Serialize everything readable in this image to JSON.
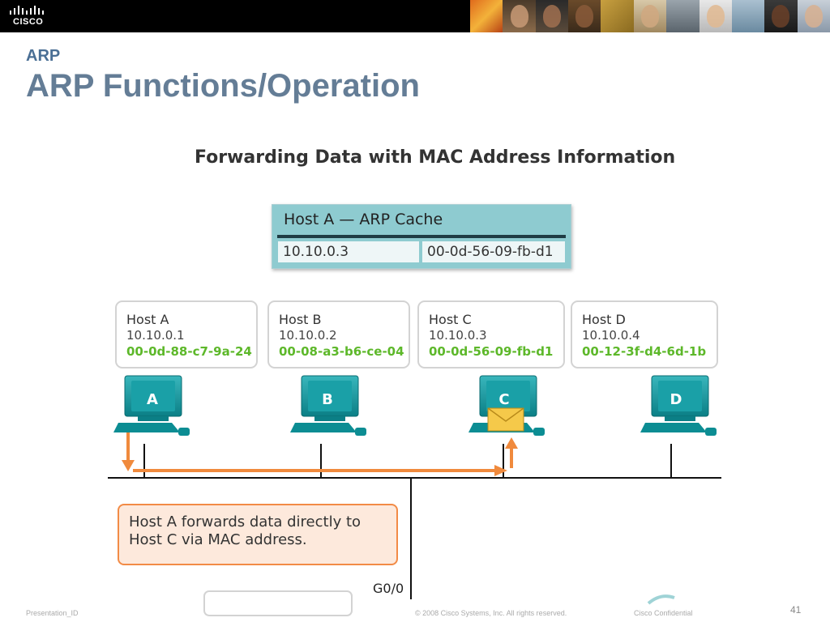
{
  "brand": {
    "logo_text": "CISCO"
  },
  "slide": {
    "section": "ARP",
    "title": "ARP Functions/Operation"
  },
  "diagram": {
    "title": "Forwarding Data with MAC Address Information",
    "cache": {
      "title": "Host A — ARP Cache",
      "ip": "10.10.0.3",
      "mac": "00-0d-56-09-fb-d1"
    },
    "hosts": [
      {
        "name": "Host A",
        "ip": "10.10.0.1",
        "mac": "00-0d-88-c7-9a-24",
        "letter": "A"
      },
      {
        "name": "Host B",
        "ip": "10.10.0.2",
        "mac": "00-08-a3-b6-ce-04",
        "letter": "B"
      },
      {
        "name": "Host C",
        "ip": "10.10.0.3",
        "mac": "00-0d-56-09-fb-d1",
        "letter": "C"
      },
      {
        "name": "Host D",
        "ip": "10.10.0.4",
        "mac": "00-12-3f-d4-6d-1b",
        "letter": "D"
      }
    ],
    "description": "Host A forwards data directly to Host C via MAC address.",
    "interface": "G0/0",
    "colors": {
      "computer": "#0c8d93",
      "mac_text": "#5db82a",
      "arrow": "#f08a3d",
      "cache_bg": "#8ecbd0"
    }
  },
  "footer": {
    "presentation_id": "Presentation_ID",
    "copyright": "© 2008 Cisco Systems, Inc. All rights reserved.",
    "confidential": "Cisco Confidential",
    "page": "41"
  }
}
